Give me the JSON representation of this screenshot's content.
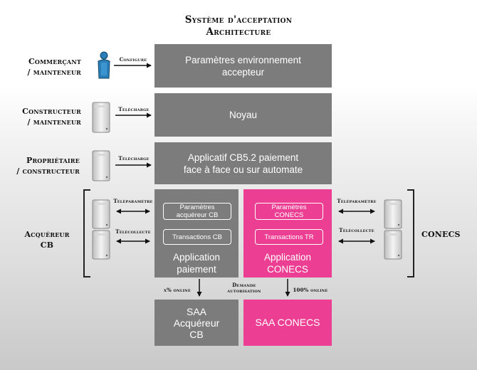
{
  "title": [
    "Système d'acceptation",
    "Architecture"
  ],
  "actors": {
    "commercant": [
      "Commerçant",
      "/ mainteneur"
    ],
    "constructeur": [
      "Constructeur",
      "/ mainteneur"
    ],
    "proprietaire": [
      "Propriétaire",
      "/ constructeur"
    ],
    "acquereur": [
      "Acquéreur",
      "CB"
    ],
    "conecs": "CONECS"
  },
  "arrow_labels": {
    "configure": "Configure",
    "telecharge_1": "Télécharge",
    "telecharge_2": "Télécharge",
    "teleparametre_left": "Téléparamètre",
    "telecollecte_left": "Télécollecte",
    "teleparametre_right": "Téléparamètre",
    "telecollecte_right": "Télécollecte",
    "online_pct": "x% online",
    "demande": [
      "Demande",
      "autorisation"
    ],
    "online_100": "100% online"
  },
  "boxes": {
    "parametres_env": [
      "Paramètres environnement",
      "accepteur"
    ],
    "noyau": "Noyau",
    "applicatif": [
      "Applicatif CB5.2 paiement",
      "face à face ou sur automate"
    ],
    "app_paiement": [
      "Application",
      "paiement"
    ],
    "app_conecs": [
      "Application",
      "CONECS"
    ],
    "param_cb": [
      "Paramètres",
      "acquéreur CB"
    ],
    "trans_cb": "Transactions CB",
    "param_conecs": [
      "Paramètres",
      "CONECS"
    ],
    "trans_tr": "Transactions TR",
    "saa_cb": [
      "SAA",
      "Acquéreur",
      "CB"
    ],
    "saa_conecs": "SAA CONECS"
  },
  "icons": [
    "user-icon",
    "server-icon"
  ],
  "colors": {
    "gray_box": "#7c7c7c",
    "pink_box": "#ec3f93",
    "white_text": "#ffffff"
  }
}
